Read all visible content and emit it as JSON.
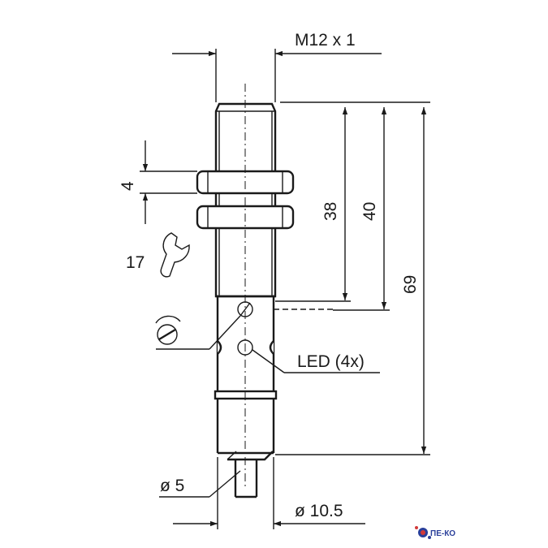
{
  "dimensions": {
    "thread": "M12 x 1",
    "nut_thickness": "4",
    "wrench_size": "17",
    "thread_length": "38",
    "body_length_40": "40",
    "total_length": "69",
    "cable_diameter": "ø 5",
    "body_diameter": "ø 10.5"
  },
  "labels": {
    "led": "LED (4x)"
  },
  "icons": {
    "wrench": "wrench-icon",
    "potentiometer": "potentiometer-icon"
  },
  "logo": {
    "text": "ПЕ-КО"
  },
  "colors": {
    "line": "#1a1a1a",
    "logo_blue": "#2a3f9a",
    "logo_red": "#d23a3a"
  }
}
